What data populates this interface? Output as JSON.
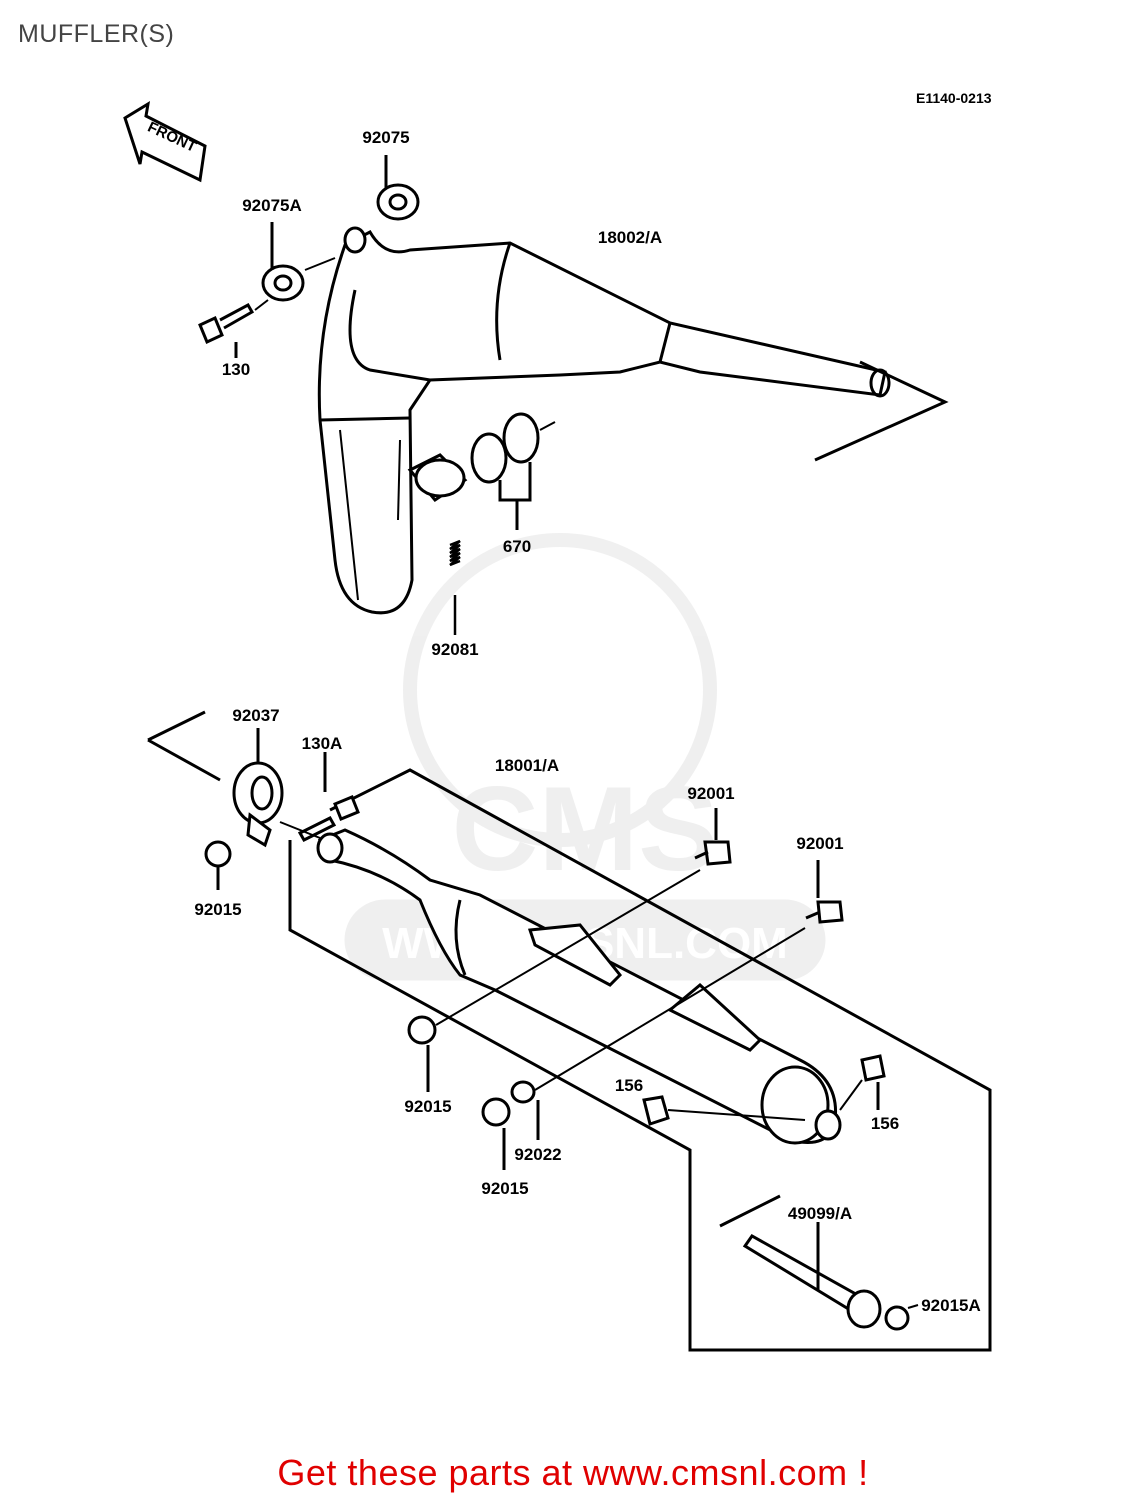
{
  "title": "MUFFLER(S)",
  "diagram_ref": "E1140-0213",
  "front_arrow_text": "FRONT",
  "watermark_text": "WWW.CMSNL.COM",
  "watermark_logo_text": "CMS",
  "cta_text": "Get these parts at www.cmsnl.com !",
  "cta_color": "#e00000",
  "parts": {
    "p92075": "92075",
    "p92075A": "92075A",
    "p18002A": "18002/A",
    "p130": "130",
    "p670": "670",
    "p92081": "92081",
    "p92037": "92037",
    "p130A": "130A",
    "p18001A": "18001/A",
    "p92001a": "92001",
    "p92001b": "92001",
    "p92015a": "92015",
    "p92015b": "92015",
    "p92015c": "92015",
    "p92022": "92022",
    "p156a": "156",
    "p156b": "156",
    "p49099A": "49099/A",
    "p92015A": "92015A"
  }
}
